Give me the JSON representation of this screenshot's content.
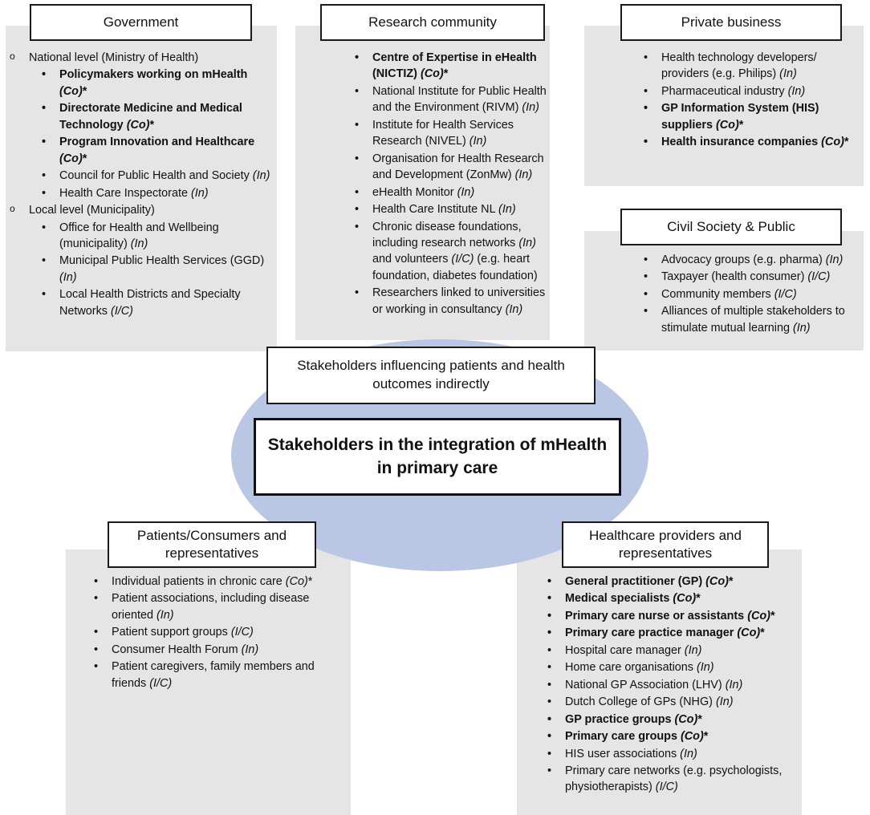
{
  "diagram": {
    "center": {
      "indirect_label": "Stakeholders influencing patients and health outcomes indirectly",
      "main_label": "Stakeholders in the integration of mHealth in primary care",
      "ellipse_color": "#b9c6e4"
    },
    "panel_color": "#e5e5e5",
    "groups": [
      {
        "id": "government",
        "title": "Government",
        "items": [
          {
            "level": 0,
            "bullet": "o",
            "bold": false,
            "parts": [
              {
                "t": "National level (Ministry of Health)",
                "s": "n"
              }
            ]
          },
          {
            "level": 1,
            "bullet": "•",
            "bold": true,
            "parts": [
              {
                "t": "Policymakers working on mHealth ",
                "s": "n"
              },
              {
                "t": "(Co)",
                "s": "i"
              },
              {
                "t": "*",
                "s": "n"
              }
            ]
          },
          {
            "level": 1,
            "bullet": "•",
            "bold": true,
            "parts": [
              {
                "t": "Directorate Medicine and Medical Technology ",
                "s": "n"
              },
              {
                "t": "(Co)",
                "s": "i"
              },
              {
                "t": "*",
                "s": "n"
              }
            ]
          },
          {
            "level": 1,
            "bullet": "•",
            "bold": true,
            "parts": [
              {
                "t": "Program Innovation and Healthcare ",
                "s": "n"
              },
              {
                "t": "(Co)",
                "s": "i"
              },
              {
                "t": "*",
                "s": "n"
              }
            ]
          },
          {
            "level": 1,
            "bullet": "•",
            "bold": false,
            "parts": [
              {
                "t": "Council for Public Health and Society ",
                "s": "n"
              },
              {
                "t": "(In)",
                "s": "i"
              }
            ]
          },
          {
            "level": 1,
            "bullet": "•",
            "bold": false,
            "parts": [
              {
                "t": "Health Care Inspectorate ",
                "s": "n"
              },
              {
                "t": "(In)",
                "s": "i"
              }
            ]
          },
          {
            "level": 0,
            "bullet": "o",
            "bold": false,
            "parts": [
              {
                "t": "Local level (Municipality)",
                "s": "n"
              }
            ]
          },
          {
            "level": 1,
            "bullet": "•",
            "bold": false,
            "parts": [
              {
                "t": "Office for Health and Wellbeing (municipality) ",
                "s": "n"
              },
              {
                "t": "(In)",
                "s": "i"
              }
            ]
          },
          {
            "level": 1,
            "bullet": "•",
            "bold": false,
            "parts": [
              {
                "t": "Municipal Public Health Services (GGD) ",
                "s": "n"
              },
              {
                "t": "(In)",
                "s": "i"
              }
            ]
          },
          {
            "level": 1,
            "bullet": "•",
            "bold": false,
            "parts": [
              {
                "t": "Local Health Districts and Specialty Networks ",
                "s": "n"
              },
              {
                "t": "(I/C)",
                "s": "i"
              }
            ]
          }
        ]
      },
      {
        "id": "research-community",
        "title": "Research community",
        "items": [
          {
            "level": 1,
            "bullet": "•",
            "bold": true,
            "parts": [
              {
                "t": "Centre of Expertise in eHealth (NICTIZ) ",
                "s": "n"
              },
              {
                "t": "(Co)",
                "s": "i"
              },
              {
                "t": "*",
                "s": "n"
              }
            ]
          },
          {
            "level": 1,
            "bullet": "•",
            "bold": false,
            "parts": [
              {
                "t": "National Institute for Public Health and the Environment (RIVM) ",
                "s": "n"
              },
              {
                "t": "(In)",
                "s": "i"
              }
            ]
          },
          {
            "level": 1,
            "bullet": "•",
            "bold": false,
            "parts": [
              {
                "t": "Institute for Health Services Research (NIVEL) ",
                "s": "n"
              },
              {
                "t": "(In)",
                "s": "i"
              }
            ]
          },
          {
            "level": 1,
            "bullet": "•",
            "bold": false,
            "parts": [
              {
                "t": "Organisation for Health Research and Development (ZonMw) ",
                "s": "n"
              },
              {
                "t": "(In)",
                "s": "i"
              }
            ]
          },
          {
            "level": 1,
            "bullet": "•",
            "bold": false,
            "parts": [
              {
                "t": "eHealth Monitor ",
                "s": "n"
              },
              {
                "t": "(In)",
                "s": "i"
              }
            ]
          },
          {
            "level": 1,
            "bullet": "•",
            "bold": false,
            "parts": [
              {
                "t": "Health Care Institute NL ",
                "s": "n"
              },
              {
                "t": "(In)",
                "s": "i"
              }
            ]
          },
          {
            "level": 1,
            "bullet": "•",
            "bold": false,
            "parts": [
              {
                "t": "Chronic disease foundations, including research networks ",
                "s": "n"
              },
              {
                "t": "(In)",
                "s": "i"
              },
              {
                "t": " and volunteers ",
                "s": "n"
              },
              {
                "t": "(I/C)",
                "s": "i"
              },
              {
                "t": " (e.g. heart foundation, diabetes foundation)",
                "s": "n"
              }
            ]
          },
          {
            "level": 1,
            "bullet": "•",
            "bold": false,
            "parts": [
              {
                "t": "Researchers linked to universities or working in consultancy ",
                "s": "n"
              },
              {
                "t": "(In)",
                "s": "i"
              }
            ]
          }
        ]
      },
      {
        "id": "private-business",
        "title": "Private business",
        "items": [
          {
            "level": 1,
            "bullet": "•",
            "bold": false,
            "parts": [
              {
                "t": "Health technology developers/ providers (e.g. Philips) ",
                "s": "n"
              },
              {
                "t": "(In)",
                "s": "i"
              }
            ]
          },
          {
            "level": 1,
            "bullet": "•",
            "bold": false,
            "parts": [
              {
                "t": "Pharmaceutical industry ",
                "s": "n"
              },
              {
                "t": "(In)",
                "s": "i"
              }
            ]
          },
          {
            "level": 1,
            "bullet": "•",
            "bold": true,
            "parts": [
              {
                "t": "GP Information System (HIS) suppliers ",
                "s": "n"
              },
              {
                "t": "(Co)",
                "s": "i"
              },
              {
                "t": "*",
                "s": "n"
              }
            ]
          },
          {
            "level": 1,
            "bullet": "•",
            "bold": true,
            "parts": [
              {
                "t": "Health insurance companies ",
                "s": "n"
              },
              {
                "t": "(Co)",
                "s": "i"
              },
              {
                "t": "*",
                "s": "n"
              }
            ]
          }
        ]
      },
      {
        "id": "civil-society-public",
        "title": "Civil Society & Public",
        "items": [
          {
            "level": 1,
            "bullet": "•",
            "bold": false,
            "parts": [
              {
                "t": "Advocacy groups (e.g. pharma) ",
                "s": "n"
              },
              {
                "t": "(In)",
                "s": "i"
              }
            ]
          },
          {
            "level": 1,
            "bullet": "•",
            "bold": false,
            "parts": [
              {
                "t": "Taxpayer (health consumer) ",
                "s": "n"
              },
              {
                "t": "(I/C)",
                "s": "i"
              }
            ]
          },
          {
            "level": 1,
            "bullet": "•",
            "bold": false,
            "parts": [
              {
                "t": "Community members ",
                "s": "n"
              },
              {
                "t": "(I/C)",
                "s": "i"
              }
            ]
          },
          {
            "level": 1,
            "bullet": "•",
            "bold": false,
            "parts": [
              {
                "t": "Alliances of multiple stakeholders to stimulate mutual learning ",
                "s": "n"
              },
              {
                "t": "(In)",
                "s": "i"
              }
            ]
          }
        ]
      },
      {
        "id": "patients-consumers",
        "title": "Patients/Consumers and representatives",
        "items": [
          {
            "level": 1,
            "bullet": "•",
            "bold": false,
            "parts": [
              {
                "t": "Individual patients in chronic care ",
                "s": "n"
              },
              {
                "t": "(Co)",
                "s": "i"
              },
              {
                "t": "*",
                "s": "n"
              }
            ]
          },
          {
            "level": 1,
            "bullet": "•",
            "bold": false,
            "parts": [
              {
                "t": "Patient associations, including disease oriented ",
                "s": "n"
              },
              {
                "t": "(In)",
                "s": "i"
              }
            ]
          },
          {
            "level": 1,
            "bullet": "•",
            "bold": false,
            "parts": [
              {
                "t": "Patient support groups ",
                "s": "n"
              },
              {
                "t": "(I/C)",
                "s": "i"
              }
            ]
          },
          {
            "level": 1,
            "bullet": "•",
            "bold": false,
            "parts": [
              {
                "t": "Consumer Health Forum ",
                "s": "n"
              },
              {
                "t": "(In)",
                "s": "i"
              }
            ]
          },
          {
            "level": 1,
            "bullet": "•",
            "bold": false,
            "parts": [
              {
                "t": "Patient caregivers, family members and friends ",
                "s": "n"
              },
              {
                "t": "(I/C)",
                "s": "i"
              }
            ]
          }
        ]
      },
      {
        "id": "healthcare-providers",
        "title": "Healthcare providers and representatives",
        "items": [
          {
            "level": 1,
            "bullet": "•",
            "bold": true,
            "parts": [
              {
                "t": "General practitioner (GP) ",
                "s": "n"
              },
              {
                "t": "(Co)",
                "s": "i"
              },
              {
                "t": "*",
                "s": "n"
              }
            ]
          },
          {
            "level": 1,
            "bullet": "•",
            "bold": true,
            "parts": [
              {
                "t": "Medical specialists ",
                "s": "n"
              },
              {
                "t": "(Co)",
                "s": "i"
              },
              {
                "t": "*",
                "s": "n"
              }
            ]
          },
          {
            "level": 1,
            "bullet": "•",
            "bold": true,
            "parts": [
              {
                "t": "Primary care nurse or assistants ",
                "s": "n"
              },
              {
                "t": "(Co)",
                "s": "i"
              },
              {
                "t": "*",
                "s": "n"
              }
            ]
          },
          {
            "level": 1,
            "bullet": "•",
            "bold": true,
            "parts": [
              {
                "t": "Primary care practice manager ",
                "s": "n"
              },
              {
                "t": "(Co)",
                "s": "i"
              },
              {
                "t": "*",
                "s": "n"
              }
            ]
          },
          {
            "level": 1,
            "bullet": "•",
            "bold": false,
            "parts": [
              {
                "t": "Hospital care manager ",
                "s": "n"
              },
              {
                "t": "(In)",
                "s": "i"
              }
            ]
          },
          {
            "level": 1,
            "bullet": "•",
            "bold": false,
            "parts": [
              {
                "t": "Home care organisations ",
                "s": "n"
              },
              {
                "t": "(In)",
                "s": "i"
              }
            ]
          },
          {
            "level": 1,
            "bullet": "•",
            "bold": false,
            "parts": [
              {
                "t": "National GP Association (LHV) ",
                "s": "n"
              },
              {
                "t": "(In)",
                "s": "i"
              }
            ]
          },
          {
            "level": 1,
            "bullet": "•",
            "bold": false,
            "parts": [
              {
                "t": "Dutch College of GPs (NHG) ",
                "s": "n"
              },
              {
                "t": "(In)",
                "s": "i"
              }
            ]
          },
          {
            "level": 1,
            "bullet": "•",
            "bold": true,
            "parts": [
              {
                "t": "GP practice groups ",
                "s": "n"
              },
              {
                "t": "(Co)",
                "s": "i"
              },
              {
                "t": "*",
                "s": "n"
              }
            ]
          },
          {
            "level": 1,
            "bullet": "•",
            "bold": true,
            "parts": [
              {
                "t": "Primary care groups ",
                "s": "n"
              },
              {
                "t": "(Co)",
                "s": "i"
              },
              {
                "t": "*",
                "s": "n"
              }
            ]
          },
          {
            "level": 1,
            "bullet": "•",
            "bold": false,
            "parts": [
              {
                "t": "HIS user associations ",
                "s": "n"
              },
              {
                "t": "(In)",
                "s": "i"
              }
            ]
          },
          {
            "level": 1,
            "bullet": "•",
            "bold": false,
            "parts": [
              {
                "t": "Primary care networks (e.g. psychologists, physiotherapists) ",
                "s": "n"
              },
              {
                "t": "(I/C)",
                "s": "i"
              }
            ]
          }
        ]
      }
    ]
  }
}
